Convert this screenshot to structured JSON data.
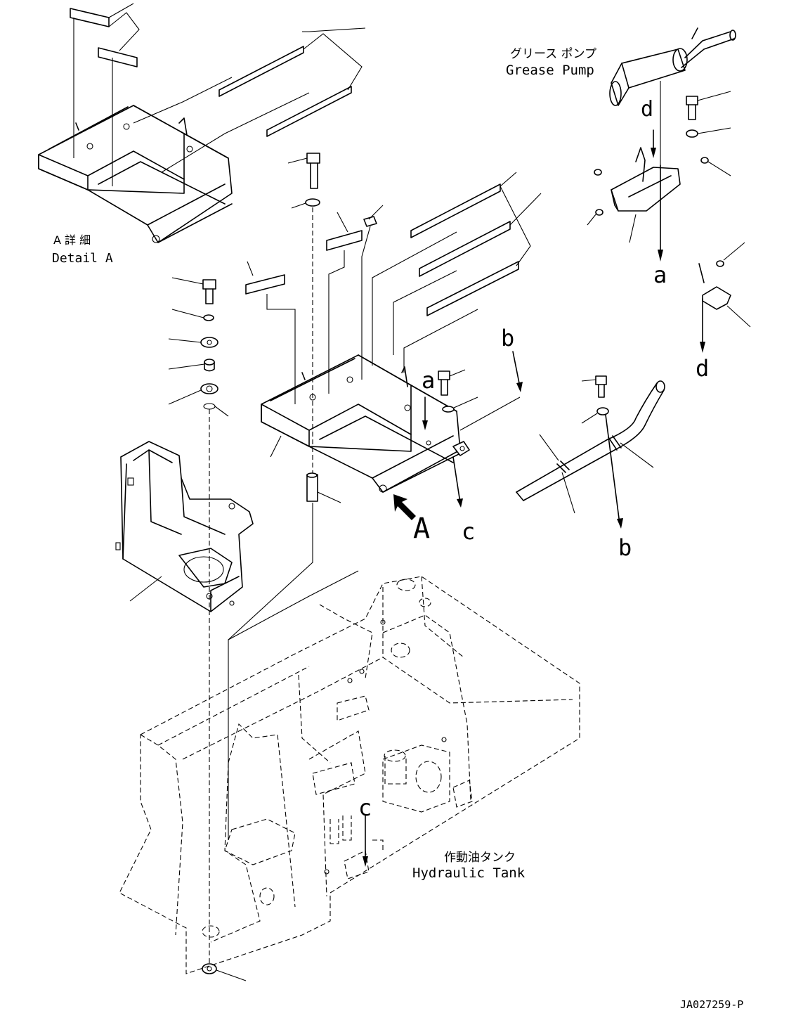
{
  "labels": {
    "grease_pump_jp": "グリース ポンプ",
    "grease_pump_en": "Grease Pump",
    "detail_a_jp": "A 詳 細",
    "detail_a_en": "Detail A",
    "hydraulic_tank_jp": "作動油タンク",
    "hydraulic_tank_en": "Hydraulic Tank",
    "view_a": "A",
    "ref_a_1": "a",
    "ref_a_2": "a",
    "ref_b_1": "b",
    "ref_b_2": "b",
    "ref_c_1": "c",
    "ref_c_2": "c",
    "ref_d_1": "d",
    "ref_d_2": "d",
    "drawing_number": "JA027259-P"
  }
}
